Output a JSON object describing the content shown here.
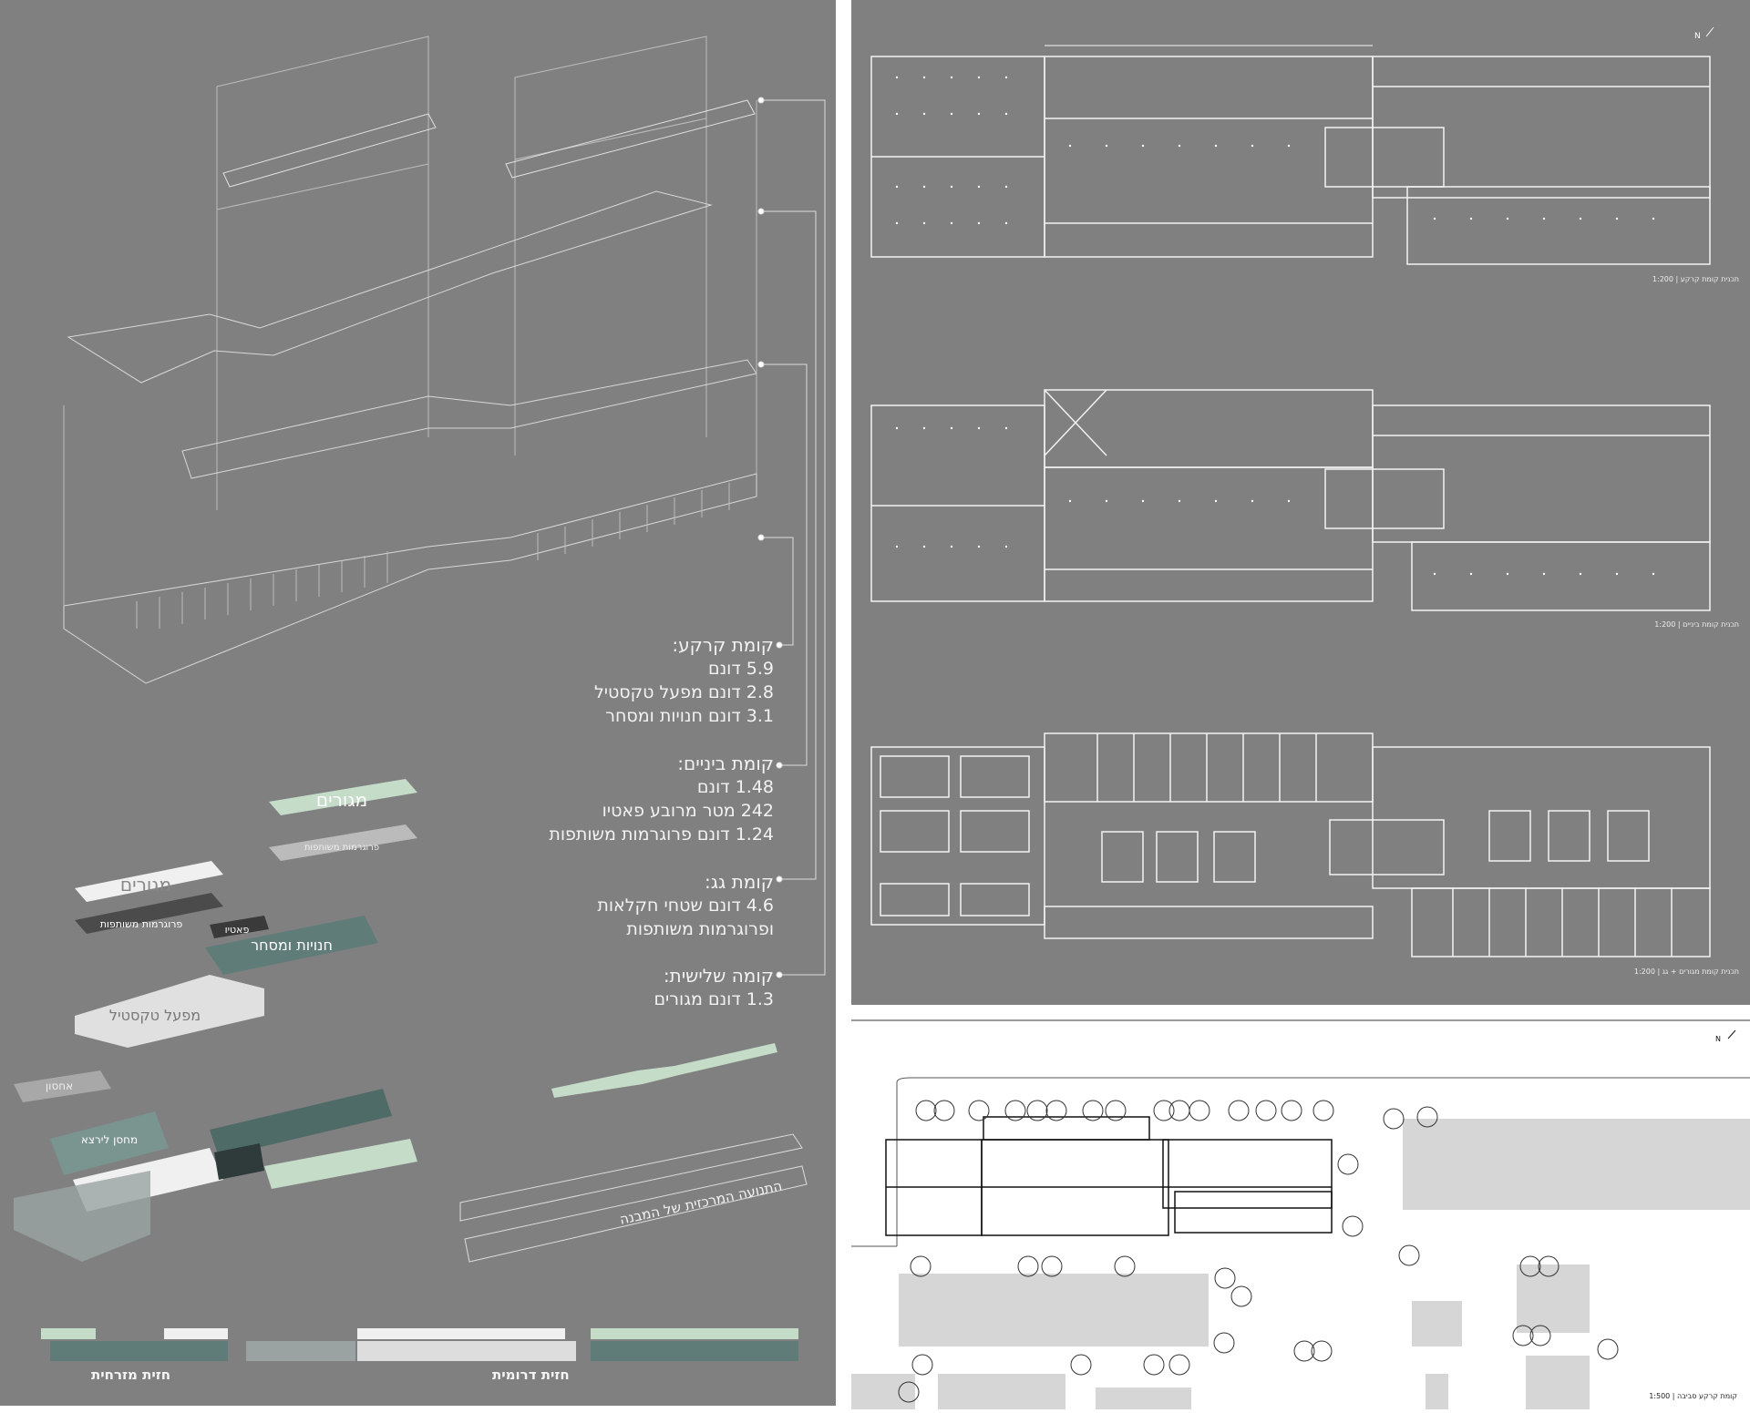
{
  "floors": [
    {
      "heading": "קומת קרקע:",
      "lines": [
        "5.9 דונם",
        "2.8 דונם מפעל טקסטיל",
        "3.1 דונם חנויות ומסחר"
      ]
    },
    {
      "heading": "קומת ביניים:",
      "lines": [
        "1.48 דונם",
        "242 מטר מרובע פאטיו",
        "1.24 דונם פרוגרמות משותפות"
      ]
    },
    {
      "heading": "קומת גג:",
      "lines": [
        "4.6 דונם שטחי חקלאות",
        "ופרוגרמות משותפות"
      ]
    },
    {
      "heading": "קומה שלישית:",
      "lines": [
        "1.3 דונם מגורים"
      ]
    }
  ],
  "program_blocks": {
    "residential_1": "מגורים",
    "residential_2": "מגורים",
    "shared_1": "פרוגרמות משותפות",
    "shared_2": "פרוגרמות משותפות",
    "patio": "פאטיו",
    "shops": "חנויות ומסחר",
    "factory": "מפעל טקסטיל",
    "storage": "אחסון",
    "inventory_storage": "מחסן לירצא"
  },
  "movement_caption": "התנועה המרכזית של המבנה",
  "elevations": {
    "east": "חזית מזרחית",
    "south": "חזית דרומית"
  },
  "plans": [
    {
      "caption": "תכנית קומת קרקע | 1:200"
    },
    {
      "caption": "תכנית קומת ביניים | 1:200"
    },
    {
      "caption": "תכנית קומת מגורים + גג | 1:200"
    }
  ],
  "site": {
    "caption": "קומת קרקע סביבה | 1:500",
    "north": "N"
  },
  "colors": {
    "panel": "#808080",
    "green": "#c5dcc9",
    "teal": "#5f7c78",
    "white": "#f0f0f0",
    "dark": "#3d3d3d"
  }
}
